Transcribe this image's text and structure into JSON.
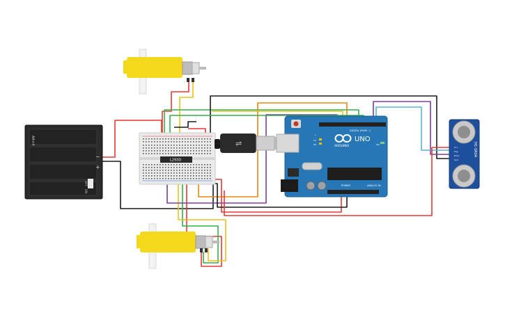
{
  "components": {
    "battery_pack": {
      "label": "AA×4",
      "switch_off": "OFF",
      "switch_on": "ON",
      "plus": "+",
      "minus": "−"
    },
    "motor_driver": {
      "label": "L293D"
    },
    "arduino": {
      "brand": "ARDUINO",
      "model": "UNO",
      "digital_label": "DIGITAL (PWM ~)",
      "power_label": "POWER",
      "analog_label": "ANALOG IN",
      "tx": "TX",
      "rx": "RX",
      "l": "L",
      "on": "ON",
      "aref": "AREF",
      "gnd": "GND"
    },
    "ultrasonic_sensor": {
      "label": "HC-SR04",
      "pins": [
        "Vcc",
        "Trig",
        "Echo",
        "Gnd"
      ]
    }
  },
  "colors": {
    "red": "#e53935",
    "black": "#1a1a1a",
    "green": "#2fb34a",
    "yellow": "#e9c21b",
    "orange": "#e8890c",
    "purple": "#7b3fa0",
    "cyan": "#5ab4cf",
    "arduino_blue": "#2776b5",
    "sensor_blue": "#1e4f9c",
    "motor_yellow": "#f4d81c"
  }
}
